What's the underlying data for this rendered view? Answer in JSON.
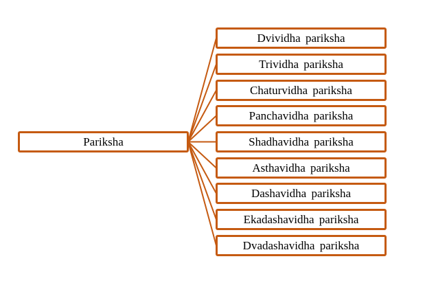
{
  "root": {
    "label": "Pariksha"
  },
  "children": [
    {
      "label": "Dvividha pariksha"
    },
    {
      "label": "Trividha pariksha"
    },
    {
      "label": "Chaturvidha pariksha"
    },
    {
      "label": "Panchavidha pariksha"
    },
    {
      "label": "Shadhavidha pariksha"
    },
    {
      "label": "Asthavidha pariksha"
    },
    {
      "label": "Dashavidha pariksha"
    },
    {
      "label": "Ekadashavidha pariksha"
    },
    {
      "label": "Dvadashavidha pariksha"
    }
  ],
  "colors": {
    "border": "#c55a11",
    "connector": "#c55a11",
    "text": "#000000",
    "background": "#ffffff"
  }
}
